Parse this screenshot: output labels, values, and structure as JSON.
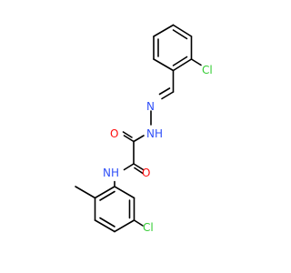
{
  "colors": {
    "bond": "#000000",
    "chlorine": "#33cc33",
    "nitrogen": "#3050f8",
    "oxygen": "#ff0d0d",
    "background": "#ffffff"
  },
  "atoms": {
    "cl_top": "Cl",
    "n_hydrazone": "N",
    "nh_hydrazide": "NH",
    "o_upper": "O",
    "o_lower": "O",
    "nh_amide": "NH",
    "cl_bottom": "Cl"
  }
}
